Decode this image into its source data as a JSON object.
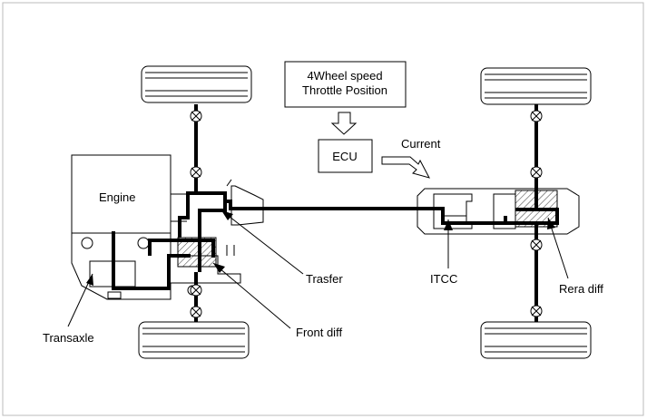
{
  "diagram": {
    "labels": {
      "engine": "Engine",
      "ecu": "ECU",
      "sensor_line1": "4Wheel speed",
      "sensor_line2": "Throttle Position",
      "current": "Current",
      "trasfer": "Trasfer",
      "front_diff": "Front diff",
      "transaxle": "Transaxle",
      "itcc": "ITCC",
      "rear_diff": "Rera diff"
    },
    "colors": {
      "line": "#000000",
      "background": "#ffffff",
      "frame": "#bbbbbb"
    }
  }
}
